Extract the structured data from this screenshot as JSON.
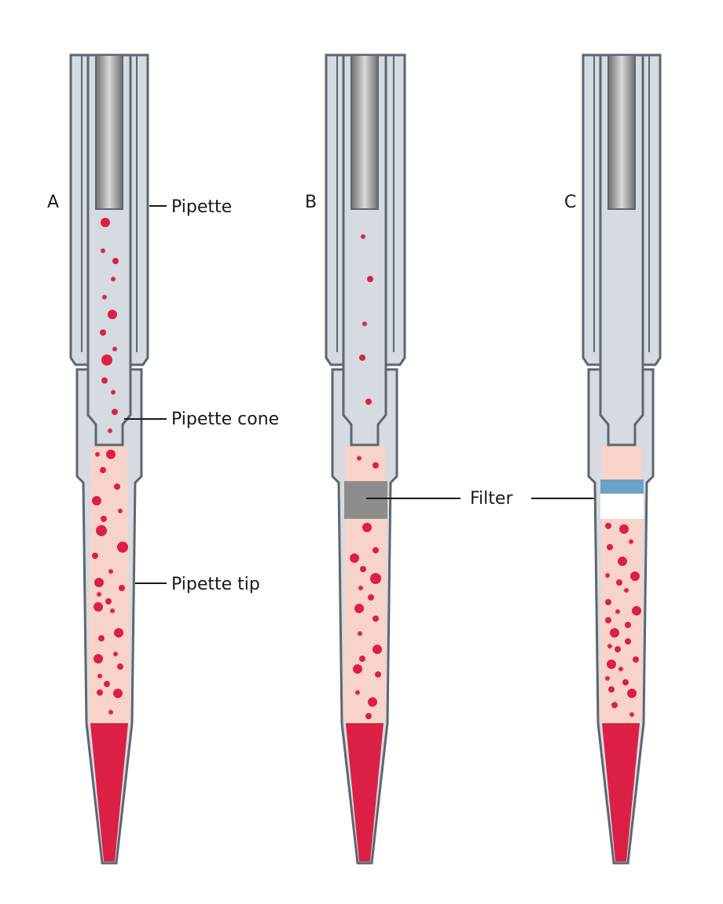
{
  "panels": [
    {
      "letter": "A",
      "filter": "none"
    },
    {
      "letter": "B",
      "filter": "gray"
    },
    {
      "letter": "C",
      "filter": "blue-white"
    }
  ],
  "labels": {
    "pipette": "Pipette",
    "pipette_cone": "Pipette cone",
    "pipette_tip": "Pipette tip",
    "filter": "Filter"
  },
  "colors": {
    "outline": "#5e6670",
    "body_fill": "#d5dbe0",
    "plunger_dark": "#8c8c8c",
    "plunger_light": "#cfcfcf",
    "aerosol_fill": "#f7d3c9",
    "droplet": "#dc1f45",
    "liquid": "#dc1f45",
    "filter_gray": "#8d8d8d",
    "filter_blue": "#6aa2c8",
    "filter_white": "#ffffff",
    "text": "#1a1a1a"
  }
}
